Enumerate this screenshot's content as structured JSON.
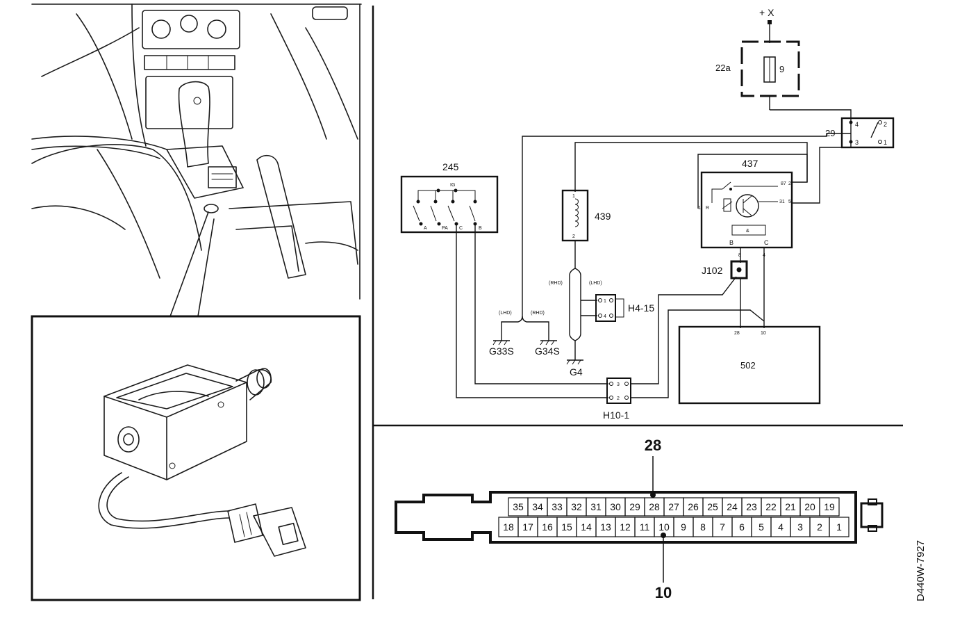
{
  "labels": {
    "supply": "+ X",
    "fuse_box": "22a",
    "fuse": "9",
    "relay29": "29",
    "relay29_pins": [
      "4",
      "2",
      "3",
      "1"
    ],
    "module437": "437",
    "module437_pins": [
      "87",
      "2",
      "1",
      "R",
      "31",
      "5"
    ],
    "module437_out": [
      "B",
      "C",
      "8",
      "4"
    ],
    "switch245": "245",
    "switch245_ig": "IG",
    "switch245_contacts": [
      "A",
      "PA",
      "C",
      "B"
    ],
    "solenoid439": "439",
    "solenoid439_pins": [
      "1",
      "2"
    ],
    "rhd_left": "(RHD)",
    "lhd_left": "(LHD)",
    "h415": "H4-15",
    "h415_pins": [
      "1",
      "4"
    ],
    "lhd": "(LHD)",
    "rhd": "(RHD)",
    "g33s": "G33S",
    "g34s": "G34S",
    "g4": "G4",
    "j102": "J102",
    "ecu": "502",
    "ecu_pins": [
      "28",
      "10"
    ],
    "h101": "H10-1",
    "h101_pins": [
      "3",
      "2"
    ],
    "callout_top": "28",
    "callout_bottom": "10",
    "drawing_id": "D440W-7927"
  },
  "connector": {
    "row_top": [
      "35",
      "34",
      "33",
      "32",
      "31",
      "30",
      "29",
      "28",
      "27",
      "26",
      "25",
      "24",
      "23",
      "22",
      "21",
      "20",
      "19"
    ],
    "row_bottom": [
      "18",
      "17",
      "16",
      "15",
      "14",
      "13",
      "12",
      "11",
      "10",
      "9",
      "8",
      "7",
      "6",
      "5",
      "4",
      "3",
      "2",
      "1"
    ]
  }
}
